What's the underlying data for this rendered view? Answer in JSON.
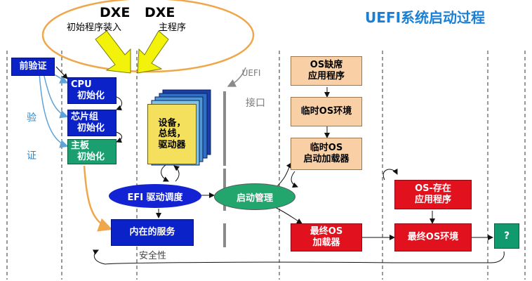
{
  "title": "UEFI系统启动过程",
  "dxe_labels": {
    "dxe1": "DXE",
    "dxe1_sub": "初始程序装入",
    "dxe2": "DXE",
    "dxe2_sub": "主程序"
  },
  "uefi_interface": {
    "line1": "UEFI",
    "line2": "接口"
  },
  "verify": {
    "line1": "验",
    "line2": "证"
  },
  "boxes": {
    "pre_verify": "前验证",
    "cpu_init": "CPU\n  初始化",
    "chipset_init": "芯片组\n  初始化",
    "board_init": "主板\n  初始化",
    "devices": "设备，\n总线，\n驱动器",
    "efi_dispatch": "EFI 驱动调度",
    "boot_manager": "启动管理",
    "builtin_services": "内在的服务",
    "os_absent_app": "OS缺席\n应用程序",
    "transient_os_env": "临时OS环境",
    "transient_os_loader": "临时OS\n启动加载器",
    "final_os_loader": "最终OS\n加载器",
    "os_present_app": "OS-存在\n应用程序",
    "final_os_env": "最终OS环境",
    "unknown": "?"
  },
  "security": "安全性",
  "colors": {
    "blue": "#0b22c8",
    "green": "#1a9f71",
    "orange_box": "#f9d0a6",
    "red": "#e1111e",
    "yellow_arrow": "#f2f20a",
    "orange_ellipse": "#f0a64a",
    "title_blue": "#1b7fd3"
  }
}
